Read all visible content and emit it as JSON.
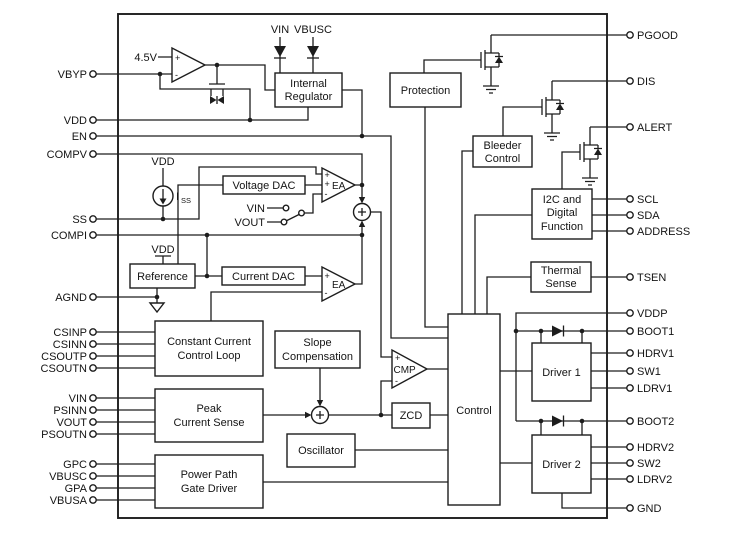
{
  "diagram_type": "ic-functional-block-diagram",
  "colors": {
    "line": "#1d1d1d",
    "background": "#ffffff"
  },
  "pins": {
    "left": [
      {
        "label": "VBYP"
      },
      {
        "label": "VDD"
      },
      {
        "label": "EN"
      },
      {
        "label": "COMPV"
      },
      {
        "label": "SS"
      },
      {
        "label": "COMPI"
      },
      {
        "label": "AGND"
      },
      {
        "label": "CSINP"
      },
      {
        "label": "CSINN"
      },
      {
        "label": "CSOUTP"
      },
      {
        "label": "CSOUTN"
      },
      {
        "label": "VIN"
      },
      {
        "label": "PSINN"
      },
      {
        "label": "VOUT"
      },
      {
        "label": "PSOUTN"
      },
      {
        "label": "GPC"
      },
      {
        "label": "VBUSC"
      },
      {
        "label": "GPA"
      },
      {
        "label": "VBUSA"
      }
    ],
    "right": [
      {
        "label": "PGOOD"
      },
      {
        "label": "DIS"
      },
      {
        "label": "ALERT"
      },
      {
        "label": "SCL"
      },
      {
        "label": "SDA"
      },
      {
        "label": "ADDRESS"
      },
      {
        "label": "TSEN"
      },
      {
        "label": "VDDP"
      },
      {
        "label": "BOOT1"
      },
      {
        "label": "HDRV1"
      },
      {
        "label": "SW1"
      },
      {
        "label": "LDRV1"
      },
      {
        "label": "BOOT2"
      },
      {
        "label": "HDRV2"
      },
      {
        "label": "SW2"
      },
      {
        "label": "LDRV2"
      },
      {
        "label": "GND"
      }
    ]
  },
  "blocks": {
    "internal_regulator": {
      "line1": "Internal",
      "line2": "Regulator"
    },
    "protection": {
      "label": "Protection"
    },
    "bleeder": {
      "line1": "Bleeder",
      "line2": "Control"
    },
    "i2c": {
      "line1": "I2C and",
      "line2": "Digital",
      "line3": "Function"
    },
    "thermal": {
      "line1": "Thermal",
      "line2": "Sense"
    },
    "voltage_dac": {
      "label": "Voltage DAC"
    },
    "current_dac": {
      "label": "Current DAC"
    },
    "reference": {
      "label": "Reference"
    },
    "cccl": {
      "line1": "Constant Current",
      "line2": "Control Loop"
    },
    "slope": {
      "line1": "Slope",
      "line2": "Compensation"
    },
    "pcs": {
      "line1": "Peak",
      "line2": "Current Sense"
    },
    "oscillator": {
      "label": "Oscillator"
    },
    "ppgd": {
      "line1": "Power Path",
      "line2": "Gate Driver"
    },
    "zcd": {
      "label": "ZCD"
    },
    "control": {
      "label": "Control"
    },
    "driver1": {
      "label": "Driver 1"
    },
    "driver2": {
      "label": "Driver 2"
    }
  },
  "amps": {
    "ea": "EA",
    "cmp": "CMP"
  },
  "labels": {
    "v45": "4.5V",
    "vdd": "VDD",
    "iss_base": "I",
    "iss_sub": "SS",
    "sw_vin": "VIN",
    "sw_vout": "VOUT",
    "diode_vin": "VIN",
    "diode_vbusc": "VBUSC",
    "plus": "+",
    "minus": "-"
  }
}
